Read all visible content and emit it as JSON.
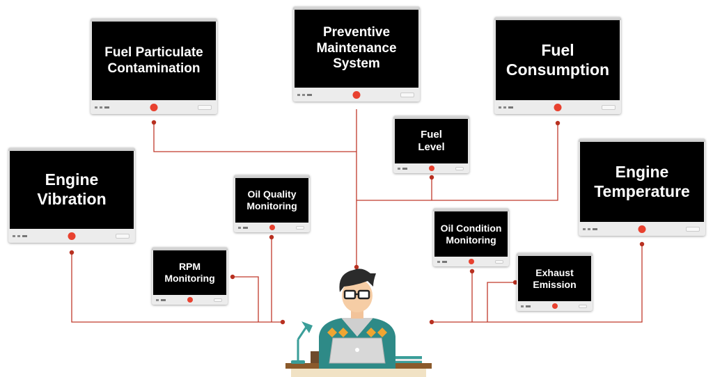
{
  "colors": {
    "connector": "#c0392b",
    "node": "#b83020",
    "screen": "#000000",
    "record": "#e8412f"
  },
  "center_icon": "person-at-laptop-icon",
  "windows": {
    "fuel_particulate": {
      "title": "Fuel Particulate Contamination"
    },
    "preventive": {
      "title": "Preventive Maintenance System"
    },
    "fuel_consumption": {
      "title": "Fuel Consumption"
    },
    "fuel_level": {
      "title": "Fuel Level"
    },
    "engine_vibration": {
      "title": "Engine Vibration"
    },
    "oil_quality": {
      "title": "Oil Quality Monitoring"
    },
    "engine_temperature": {
      "title": "Engine Temperature"
    },
    "oil_condition": {
      "title": "Oil Condition Monitoring"
    },
    "rpm": {
      "title": "RPM Monitoring"
    },
    "exhaust": {
      "title": "Exhaust Emission"
    }
  }
}
